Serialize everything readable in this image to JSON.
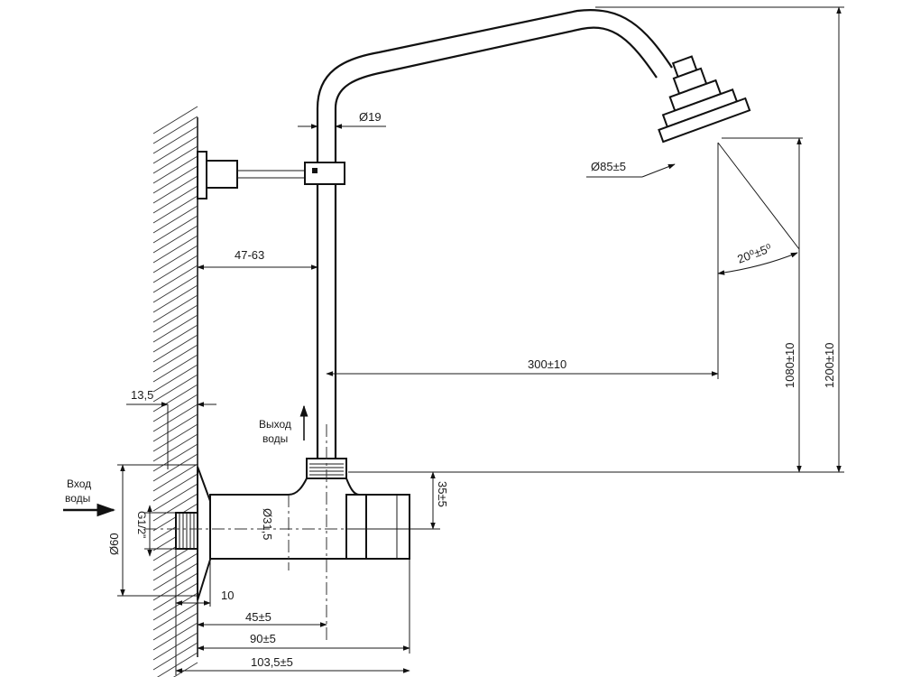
{
  "dimensions": {
    "pipe_diameter": "Ø19",
    "head_diameter": "Ø85±5",
    "head_angle": "20⁰±5⁰",
    "wall_offset": "47-63",
    "reach": "300±10",
    "height_1080": "1080±10",
    "height_1200": "1200±10",
    "flange_thickness": "13,5",
    "body_diameter": "Ø31,5",
    "flange_diameter": "Ø60",
    "thread": "G1/2\"",
    "outlet_height": "35±5",
    "thread_length": "10",
    "outlet_distance": "45±5",
    "body_length": "90±5",
    "total_length": "103,5±5"
  },
  "labels": {
    "outlet_line1": "Выход",
    "outlet_line2": "воды",
    "inlet_line1": "Вход",
    "inlet_line2": "воды"
  }
}
